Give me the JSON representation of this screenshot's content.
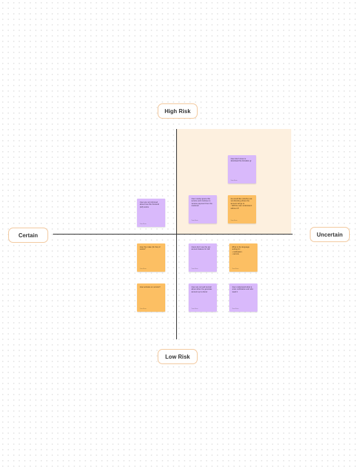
{
  "axes": {
    "top": "High Risk",
    "bottom": "Low Risk",
    "left": "Certain",
    "right": "Uncertain"
  },
  "colors": {
    "purple_note": "#d9b9fb",
    "orange_note": "#fcbf63",
    "highlight_quadrant": "#fdf0df",
    "axis_label_border": "#f2c79b"
  },
  "notes": [
    {
      "text": "User don't know or download the donation gi",
      "author": "Team Name",
      "color": "purple"
    },
    {
      "text": "User are not informed about how this frontend (left) works",
      "author": "Team Name",
      "color": "purple"
    },
    {
      "text": "User mostly ignore this service and continue to receive payment from the customer",
      "author": "Team Name",
      "color": "purple"
    },
    {
      "text": "He would like (she/he) are not directing where the amount will go to\n- Will the user understand without it?",
      "author": "Team Name",
      "color": "orange"
    },
    {
      "text": "How the make (fix the) of works?",
      "author": "Team Name",
      "color": "orange"
    },
    {
      "text": "Users don't use the set amount feature for Gift",
      "author": "Team Name",
      "color": "purple"
    },
    {
      "text": "What is the language setting for\n• notification\n• service",
      "author": "Team Name",
      "color": "orange"
    },
    {
      "text": "How activate on service?",
      "author": "Team Name",
      "color": "orange"
    },
    {
      "text": "User are not well remind about when the generate amount up to donor",
      "author": "Team Name",
      "color": "purple"
    },
    {
      "text": "User understand what is voice notification and who need it",
      "author": "Team Name",
      "color": "purple"
    }
  ]
}
